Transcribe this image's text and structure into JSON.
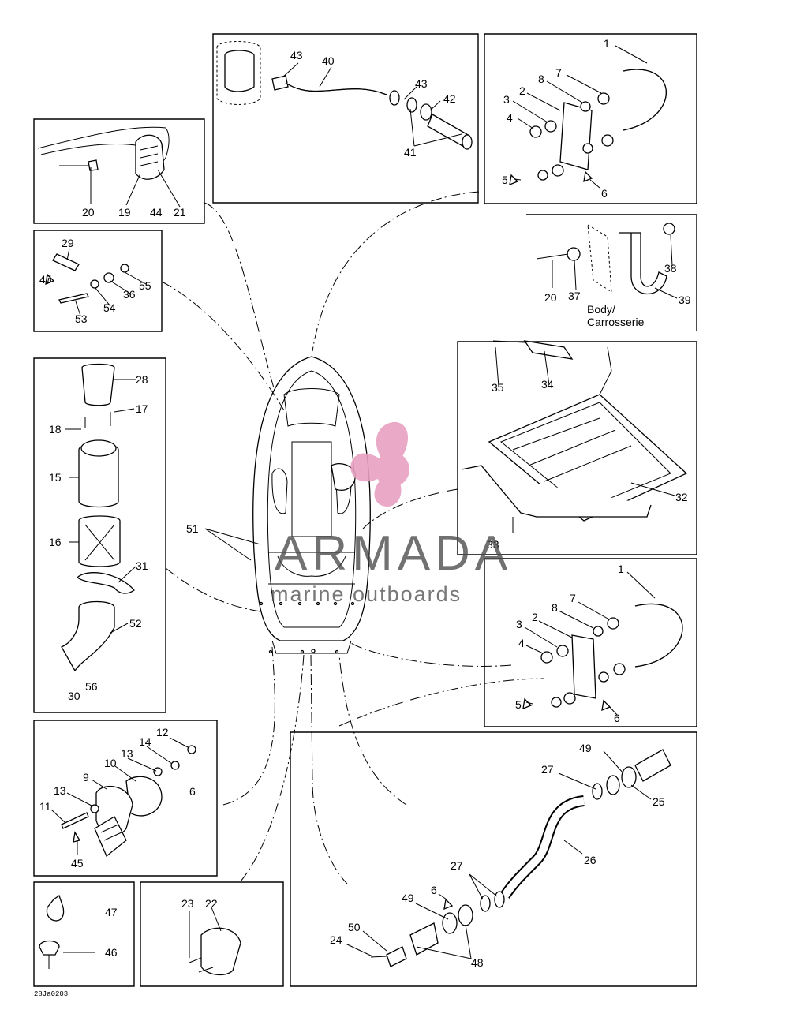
{
  "diagram": {
    "drawing_code": "28Ja0203",
    "body_label": [
      "Body/",
      "Carrosserie"
    ],
    "callouts": {
      "c1a": "1",
      "c2a": "2",
      "c3a": "3",
      "c4a": "4",
      "c5a": "5",
      "c6a": "6",
      "c7a": "7",
      "c8a": "8",
      "c1b": "1",
      "c2b": "2",
      "c3b": "3",
      "c4b": "4",
      "c5b": "5",
      "c6b": "6",
      "c7b": "7",
      "c8b": "8",
      "c6c": "6",
      "c6d": "6",
      "c9": "9",
      "c10": "10",
      "c11": "11",
      "c12": "12",
      "c13a": "13",
      "c13b": "13",
      "c14": "14",
      "c15": "15",
      "c16": "16",
      "c17": "17",
      "c18": "18",
      "c19": "19",
      "c20a": "20",
      "c20b": "20",
      "c21": "21",
      "c22": "22",
      "c23": "23",
      "c24": "24",
      "c25": "25",
      "c26": "26",
      "c27a": "27",
      "c27b": "27",
      "c28": "28",
      "c29": "29",
      "c30": "30",
      "c31": "31",
      "c32": "32",
      "c33": "33",
      "c34": "34",
      "c35": "35",
      "c36": "36",
      "c37": "37",
      "c38": "38",
      "c39": "39",
      "c40": "40",
      "c41": "41",
      "c42": "42",
      "c43a": "43",
      "c43b": "43",
      "c44": "44",
      "c45a": "45",
      "c45b": "45",
      "c46": "46",
      "c47": "47",
      "c48": "48",
      "c49a": "49",
      "c49b": "49",
      "c50": "50",
      "c51": "51",
      "c52": "52",
      "c53": "53",
      "c54": "54",
      "c55": "55",
      "c56": "56"
    }
  },
  "watermark": {
    "brand": "ARMADA",
    "tagline": "marine outboards",
    "logo_color": "#e8a0c0"
  }
}
